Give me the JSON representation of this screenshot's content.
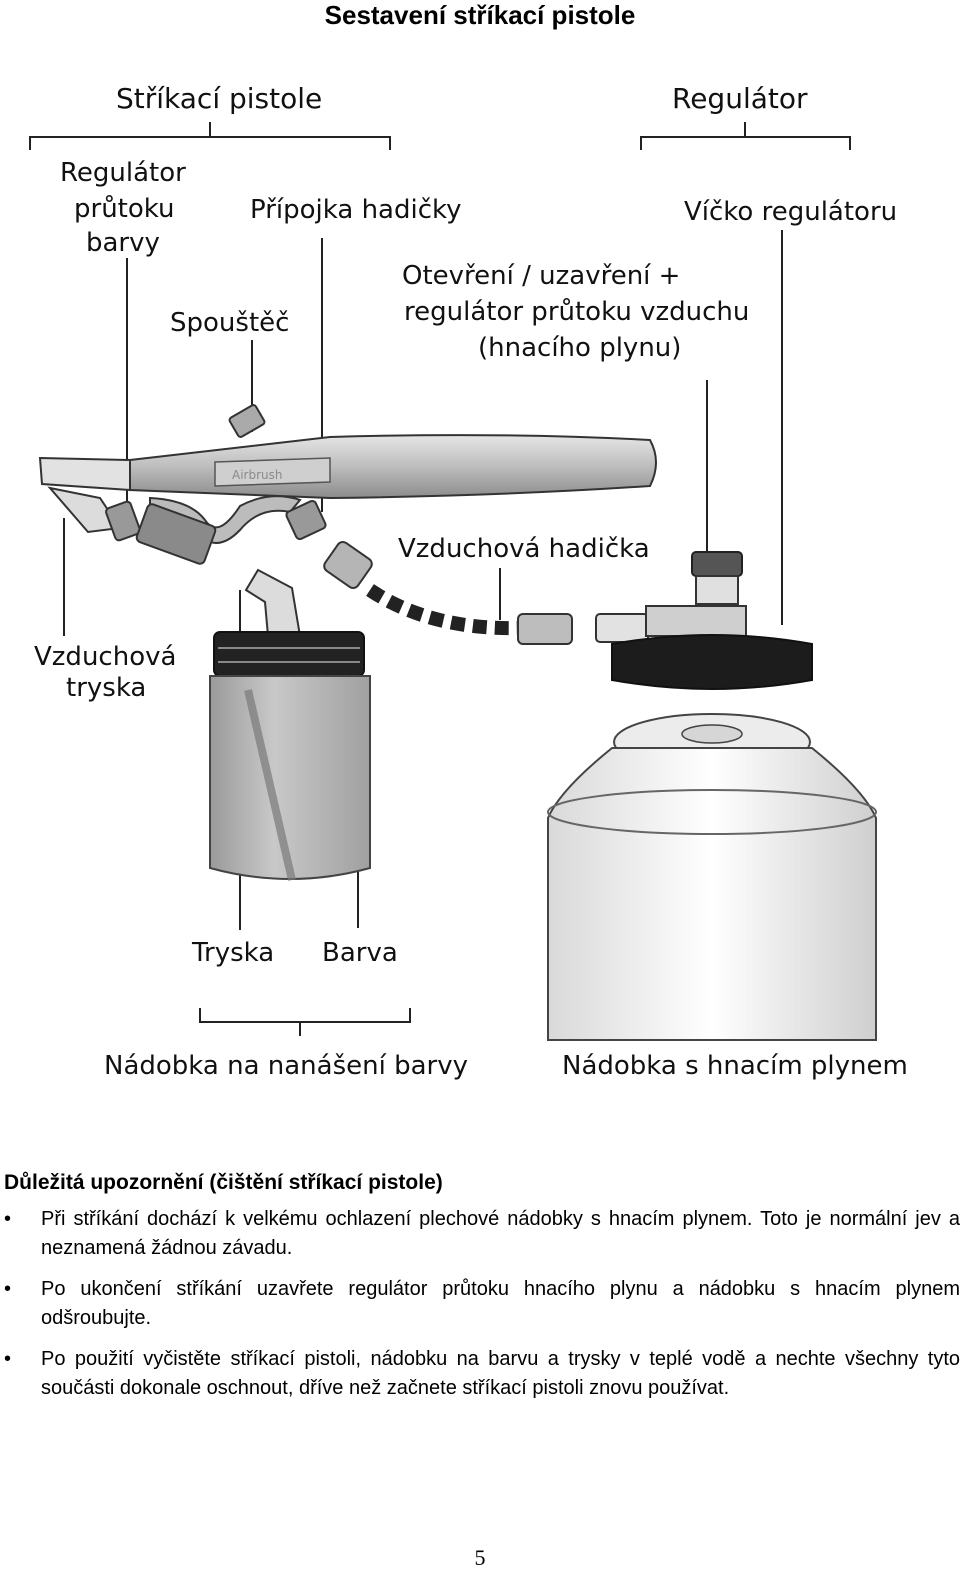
{
  "title": "Sestavení stříkací pistole",
  "labels": {
    "group_gun": "Stříkací pistole",
    "group_regulator": "Regulátor",
    "paint_flow_line1": "Regulátor",
    "paint_flow_line2": "průtoku",
    "paint_flow_line3": "barvy",
    "hose_connector": "Přípojka hadičky",
    "trigger": "Spouštěč",
    "air_flow_line1": "Otevření / uzavření +",
    "air_flow_line2": "regulátor průtoku vzduchu",
    "air_flow_line3": "(hnacího plynu)",
    "regulator_cap": "Víčko regulátoru",
    "air_hose": "Vzduchová hadička",
    "air_nozzle_line1": "Vzduchová",
    "air_nozzle_line2": "tryska",
    "nozzle": "Tryska",
    "paint": "Barva",
    "paint_container": "Nádobka na nanášení barvy",
    "gas_container": "Nádobka s hnacím plynem",
    "airbrush_text": "Airbrush"
  },
  "notes": {
    "heading": "Důležitá upozornění (čištění stříkací pistole)",
    "items": [
      "Při stříkání dochází k velkému ochlazení plechové nádobky s hnacím plynem. Toto je normální jev a neznamená žádnou závadu.",
      "Po ukončení stříkání uzavřete regulátor průtoku hnacího plynu a nádobku s hnacím plynem odšroubujte.",
      "Po použití vyčistěte stříkací pistoli, nádobku na barvu a trysky v teplé vodě a nechte všechny tyto součásti dokonale oschnout, dříve než začnete stříkací pistoli znovu používat."
    ]
  },
  "page_number": "5"
}
